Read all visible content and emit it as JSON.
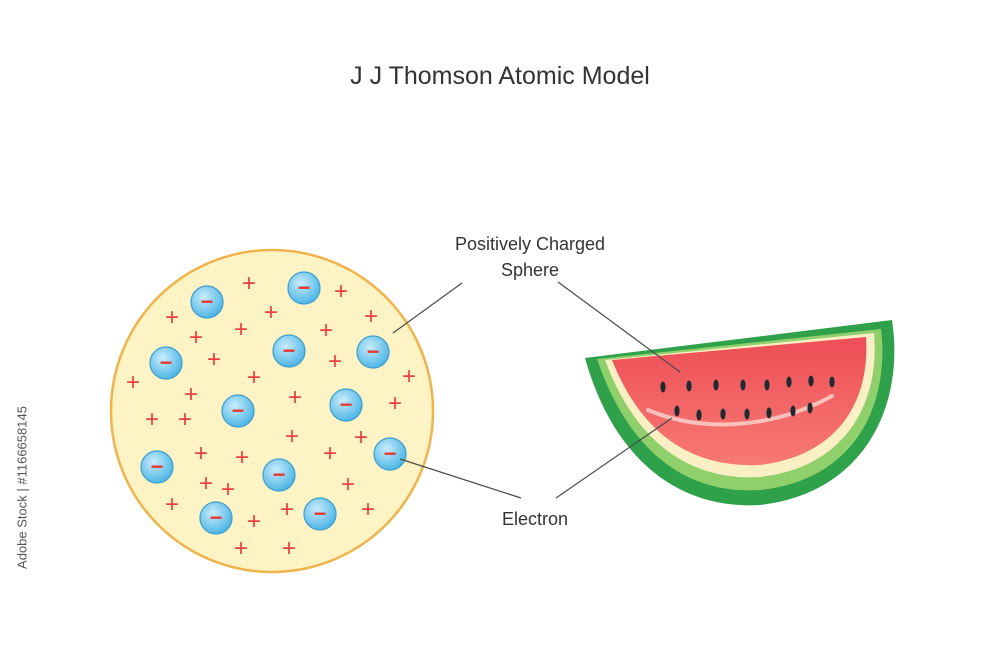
{
  "title": "J J Thomson Atomic Model",
  "labels": {
    "sphere_line1": "Positively Charged",
    "sphere_line2": "Sphere",
    "electron": "Electron"
  },
  "watermark": "Adobe Stock | #1166658145",
  "symbols": {
    "positive": "+",
    "electron": "−"
  },
  "colors": {
    "sphere_fill": "#fdf3c4",
    "sphere_border": "#f0b44c",
    "plus": "#e94141",
    "electron_fill": "#6fc6ec",
    "electron_minus": "#e53935",
    "melon_rind": "#2fa14a",
    "melon_flesh": "#f35b5b",
    "seed": "#1f2a30",
    "leader_line": "#4a4a4a"
  }
}
